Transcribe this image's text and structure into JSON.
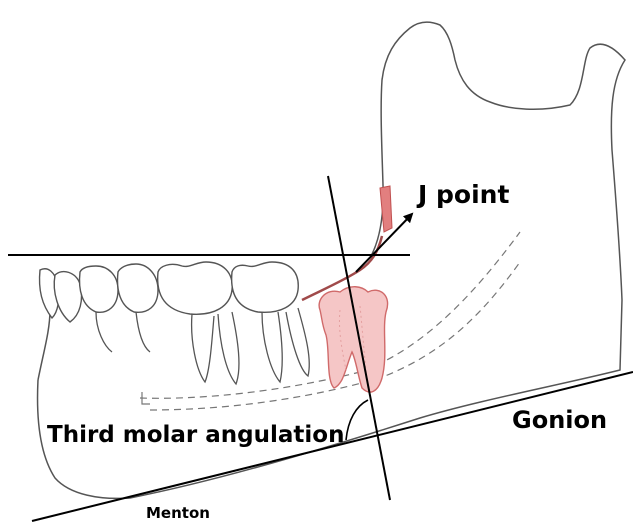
{
  "labels": {
    "j_point": "J point",
    "third_molar_angulation": "Third molar angulation",
    "gonion": "Gonion",
    "menton": "Menton"
  },
  "colors": {
    "outline": "#555555",
    "line": "#000000",
    "tooth_fill": "#f5c6c6",
    "tooth_stroke": "#d06a6a",
    "highlight": "#c05050"
  }
}
